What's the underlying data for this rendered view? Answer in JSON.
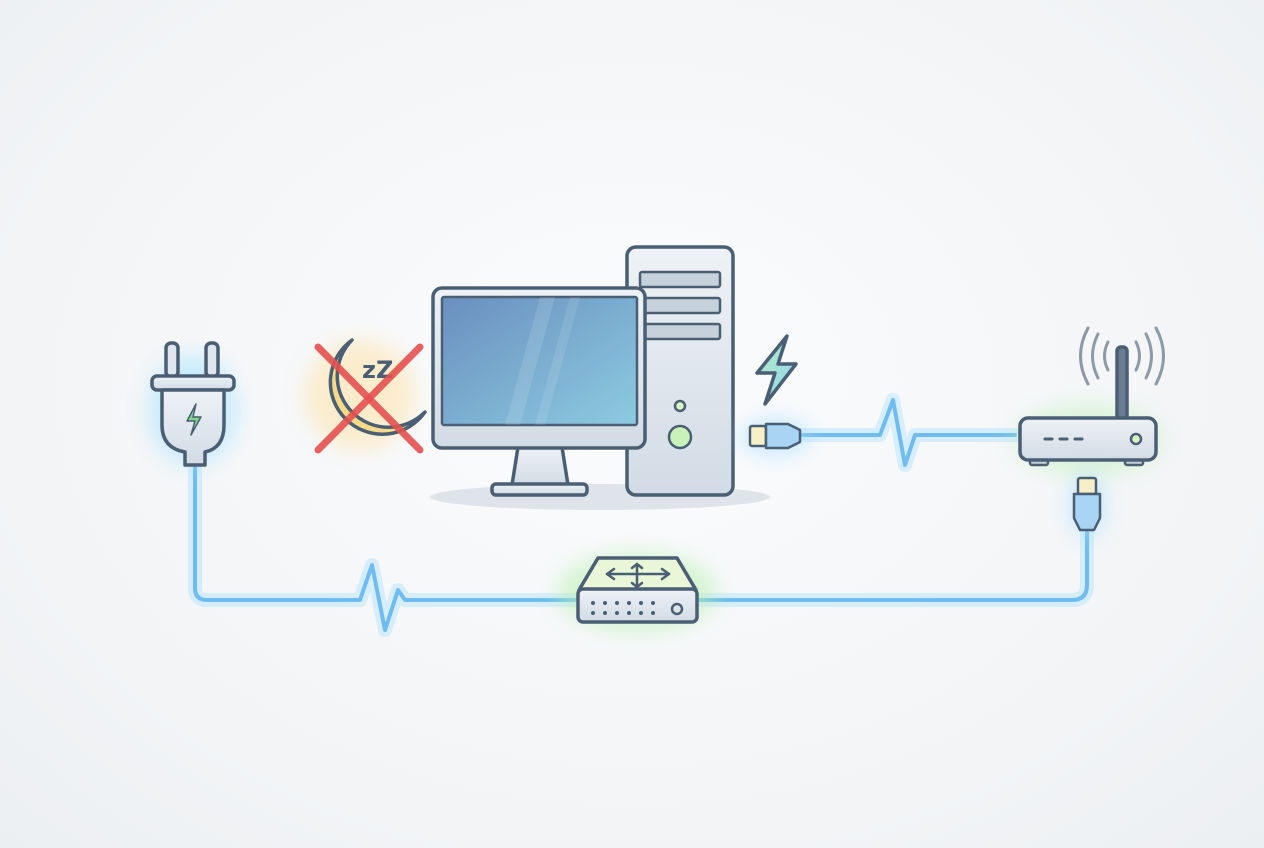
{
  "diagram": {
    "nodes": [
      {
        "id": "power-plug",
        "icon": "plug-icon"
      },
      {
        "id": "sleep-disabled",
        "icon": "moon-crossed-icon",
        "glyph": "zZ"
      },
      {
        "id": "desktop-computer",
        "icon": "desktop-computer-icon"
      },
      {
        "id": "power-bolt",
        "icon": "lightning-bolt-icon"
      },
      {
        "id": "ethernet-connector",
        "icon": "rj45-icon"
      },
      {
        "id": "router",
        "icon": "wifi-router-icon"
      },
      {
        "id": "network-switch",
        "icon": "network-switch-icon"
      }
    ],
    "colors": {
      "cable": "#6fbdf0",
      "outline": "#4a5e74",
      "cross": "#e5514f",
      "moon": "#f7d98a",
      "active_glow": "#b9f0b0",
      "screen": "#6f9ccc"
    }
  }
}
